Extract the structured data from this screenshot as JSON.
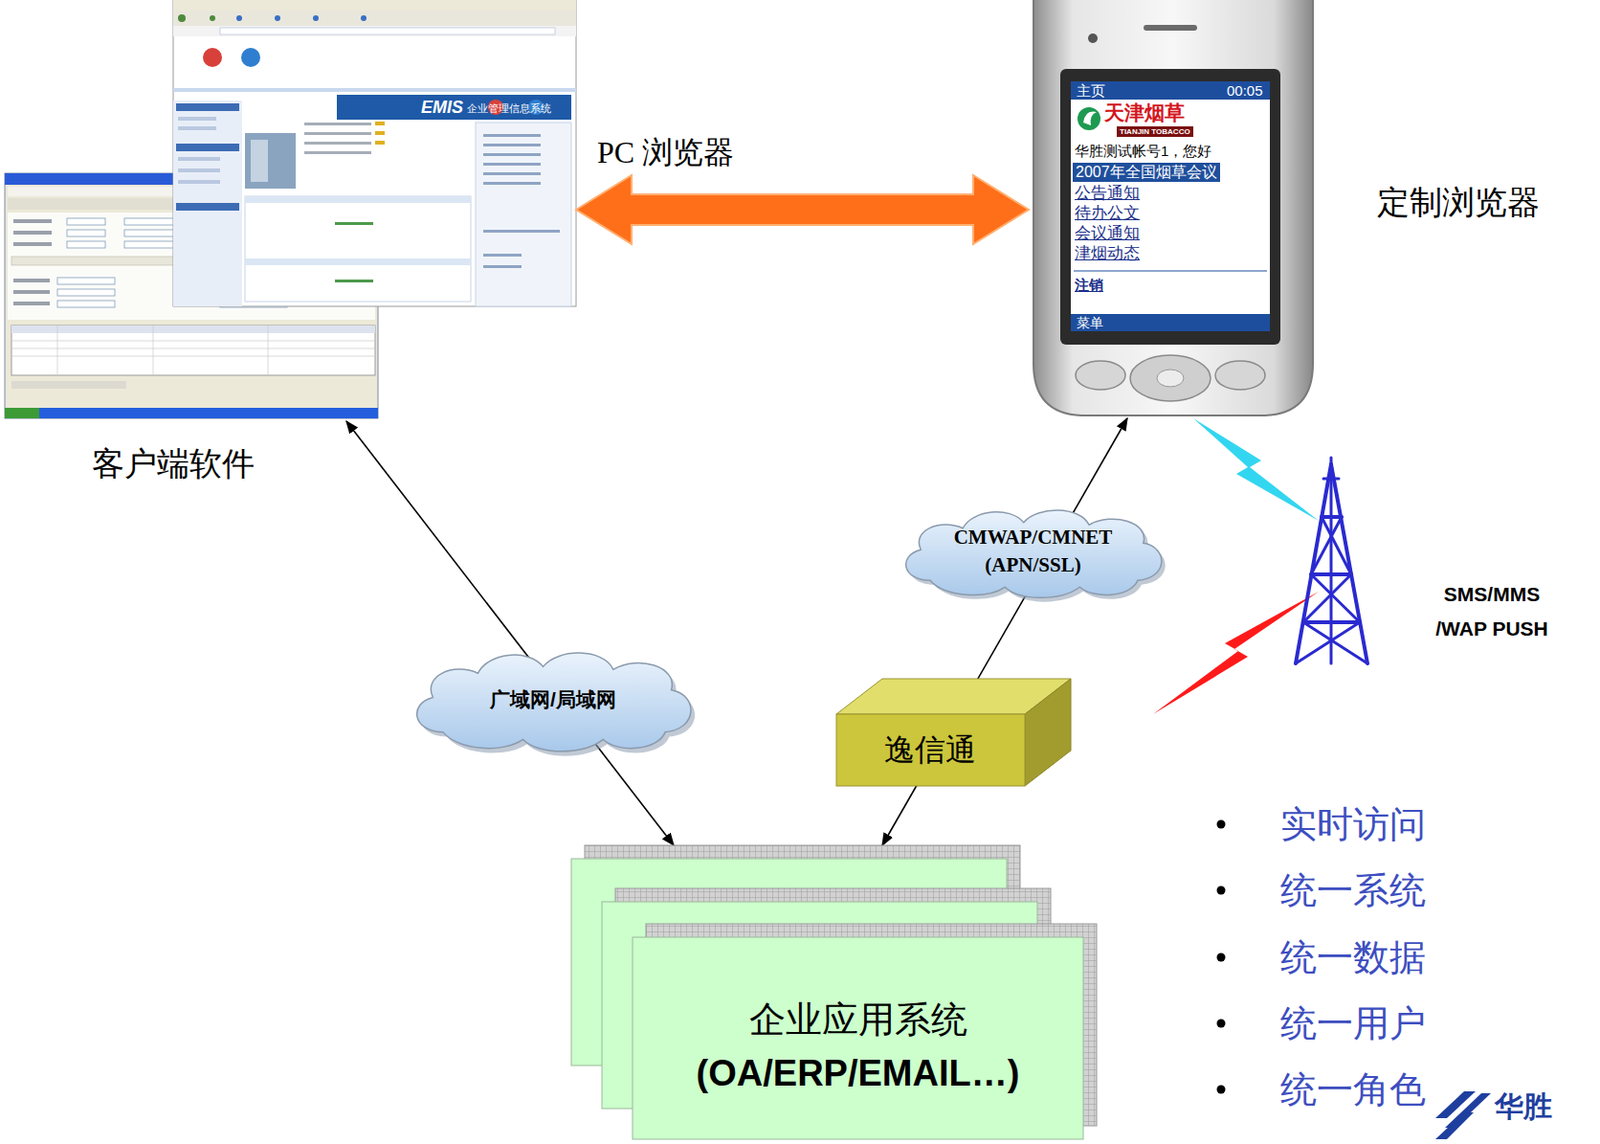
{
  "diagram": {
    "nodes": [
      {
        "text": [
          "客户端软件"
        ]
      },
      {
        "text": [
          "定制浏览器"
        ]
      },
      {
        "text": [
          "广域网/局域网"
        ]
      },
      {
        "text": [
          "CMWAP/CMNET (APN/SSL)"
        ]
      },
      {
        "text": [
          "逸信通"
        ]
      },
      {
        "text": [
          "企业应用系统",
          "(OA/ERP/EMAIL…)"
        ]
      }
    ],
    "edges": [
      {
        "from": 0,
        "to": 1,
        "arrow": "both",
        "label": "PC 浏览器"
      },
      {
        "from": 0,
        "to": 5,
        "arrow": "both"
      },
      {
        "from": 1,
        "to": 5,
        "arrow": "both"
      }
    ],
    "labels": [
      "EMIS",
      "企业管理信息系统",
      "主页",
      "00:05",
      "天津烟草",
      "TIANJIN TOBACCO",
      "华胜测试帐号1，您好",
      "2007年全国烟草会议",
      "公告通知",
      "待办公文",
      "会议通知",
      "津烟动态",
      "注销",
      "菜单",
      "SMS/MMS /WAP PUSH",
      "实时访问",
      "统一系统",
      "统一数据",
      "统一用户",
      "统一角色",
      "华胜"
    ]
  }
}
